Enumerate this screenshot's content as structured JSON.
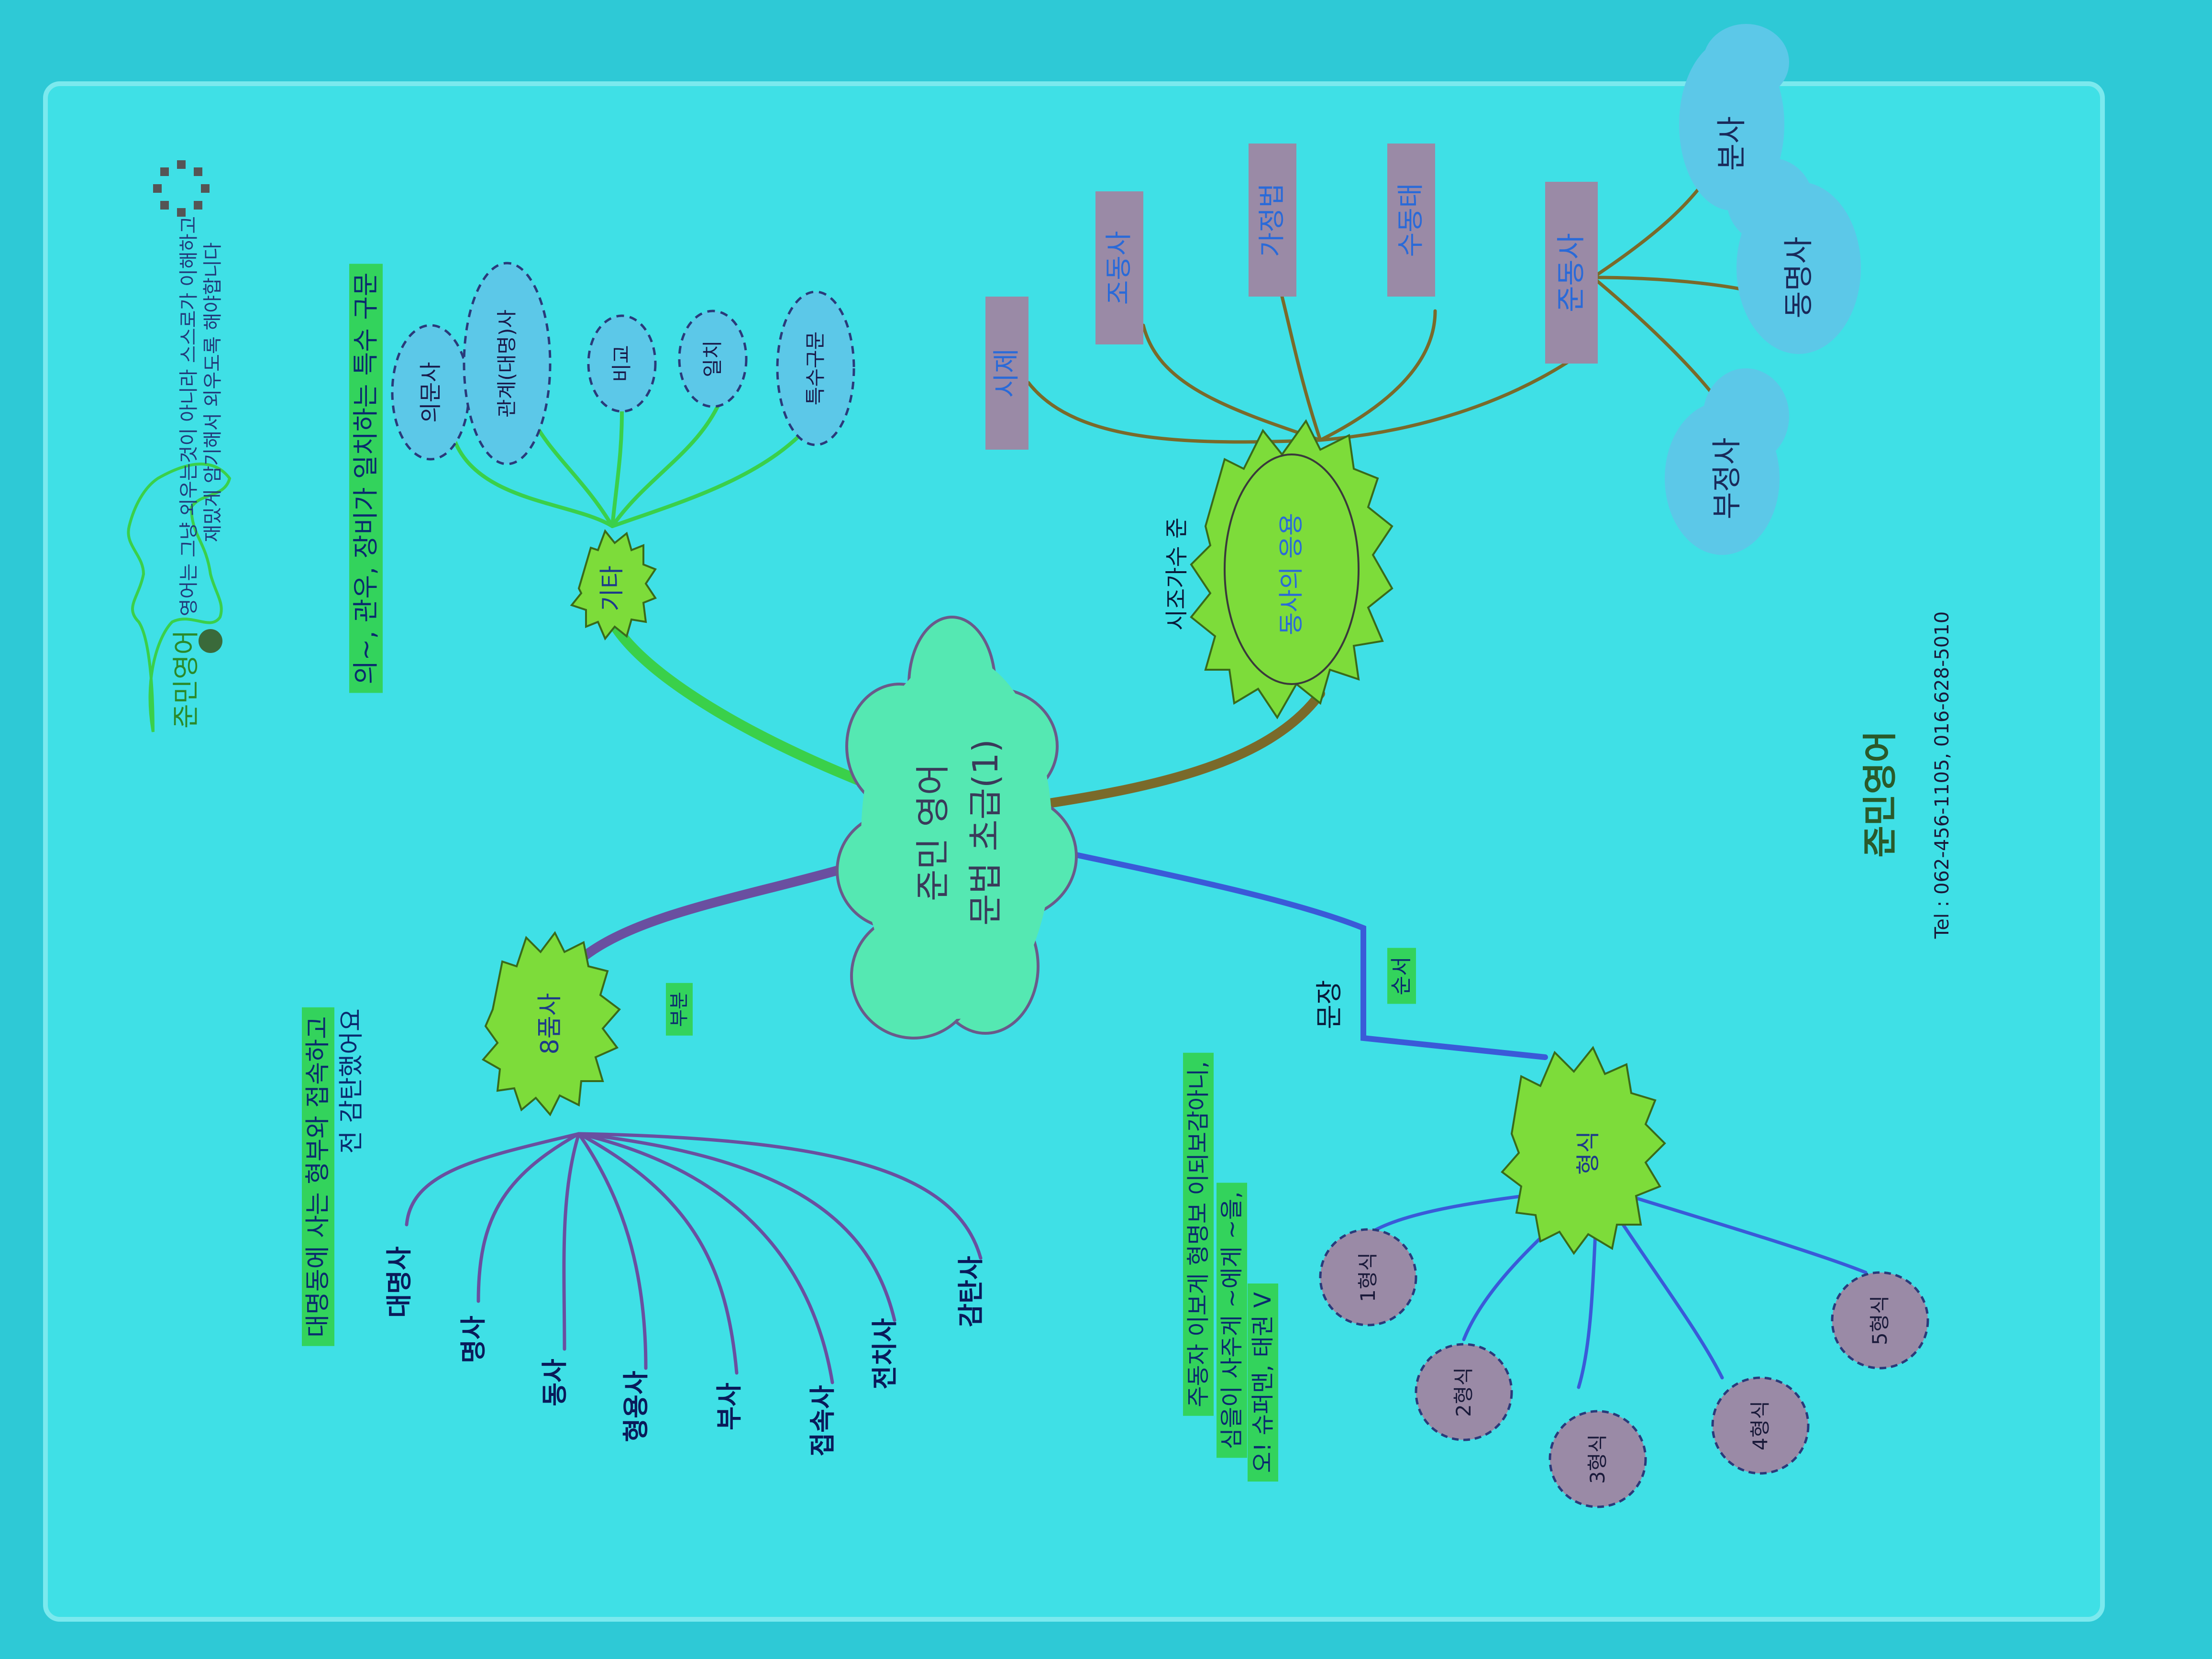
{
  "colors": {
    "background": "#2ec9d6",
    "paper": "#3fe0e6",
    "highlight_bar": "#33d35c",
    "sun": "#7ddc3a",
    "cloud_center": "#55e8b2",
    "branch_grammar": "#6a4fa0",
    "branch_etc": "#3ad04a",
    "branch_verbs": "#7a6a2a",
    "branch_sentence": "#3a5ad8",
    "tag_box": "#9a8aa6",
    "tag_text": "#2a6ad8"
  },
  "brand": {
    "logo_name": "준민영어",
    "note_line1": "영어는 그냥 외우는것이 아니라 스스로가 이해하고",
    "note_line2": "재밌게 암기해서 외우도록 해야합니다"
  },
  "footer": {
    "logo_text": "준민영어",
    "tel": "Tel : 062-456-1105, 016-628-5010"
  },
  "center": {
    "line1": "준민 영어",
    "line2": "문법 초급(1)"
  },
  "etc_branch": {
    "hub": "기타",
    "caption": "의~, 관우, 장비가 일치하는 특수 구문",
    "leaves": [
      "의문사",
      "관계(대명)사",
      "비교",
      "일치",
      "특수구문"
    ]
  },
  "grammar_branch": {
    "hub": "8품사",
    "tag": "부분",
    "caption_line1": "대명동에 사는 형부와 접속하고",
    "caption_line2": "전 감탄했어요",
    "leaves": [
      "대명사",
      "명사",
      "동사",
      "형용사",
      "부사",
      "접속사",
      "전치사",
      "감탄사"
    ]
  },
  "verb_branch": {
    "hub": "동사의 응용",
    "caption": "시조가수 준",
    "subleaves": [
      "부정사",
      "동명사",
      "분사"
    ],
    "leaves": [
      {
        "label": "시제"
      },
      {
        "label": "조동사"
      },
      {
        "label": "가정법"
      },
      {
        "label": "수동태"
      },
      {
        "label": "준동사"
      }
    ]
  },
  "sentence_branch": {
    "label": "문장",
    "tag": "순서",
    "hub": "형식",
    "caption_line1": "주동자 이보게 형명보 이되보감아니,",
    "caption_line2": "심을이 사주게 ~에게 ~을,",
    "caption_line3": "오! 슈퍼맨, 태권 V",
    "leaves": [
      "1형식",
      "2형식",
      "3형식",
      "4형식",
      "5형식"
    ]
  }
}
